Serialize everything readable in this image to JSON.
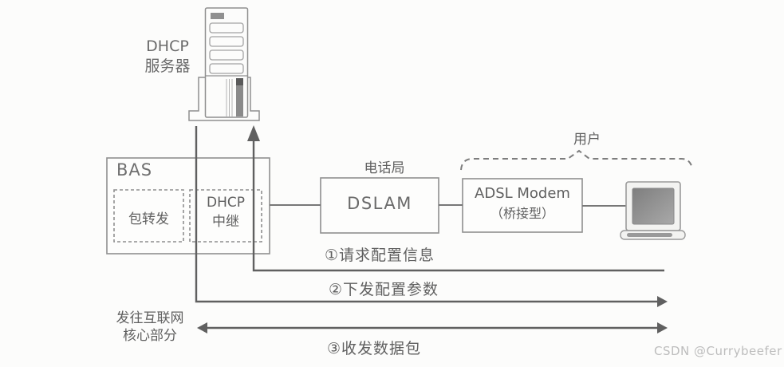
{
  "diagram": {
    "dhcp_server": {
      "label": [
        "DHCP",
        "服务器"
      ]
    },
    "bas": {
      "label": "BAS",
      "packet_forwarding": "包转发",
      "dhcp_relay": [
        "DHCP",
        "中继"
      ]
    },
    "central_office": {
      "label": "电话局"
    },
    "dslam": {
      "label": "DSLAM"
    },
    "adsl_modem": {
      "label": [
        "ADSL Modem",
        "（桥接型）"
      ]
    },
    "user": {
      "label": "用户"
    },
    "flows": [
      {
        "label": "①请求配置信息",
        "arrow": "up-into-dhcp-server"
      },
      {
        "label": "②下发配置参数",
        "arrow": "right-to-user"
      },
      {
        "label": "③收发数据包",
        "arrow": "both"
      }
    ],
    "internet_note": {
      "line1": "发往互联网",
      "line2": "核心部分"
    },
    "watermark": "CSDN @Currybeefer",
    "colors": {
      "background": "#fcfcfb",
      "box_border": "#8f8f8f",
      "flow_line": "#606060",
      "text": "#5f5f5f",
      "screen_fill": "#8c8c8c",
      "watermark": "#bdbdbd"
    }
  }
}
